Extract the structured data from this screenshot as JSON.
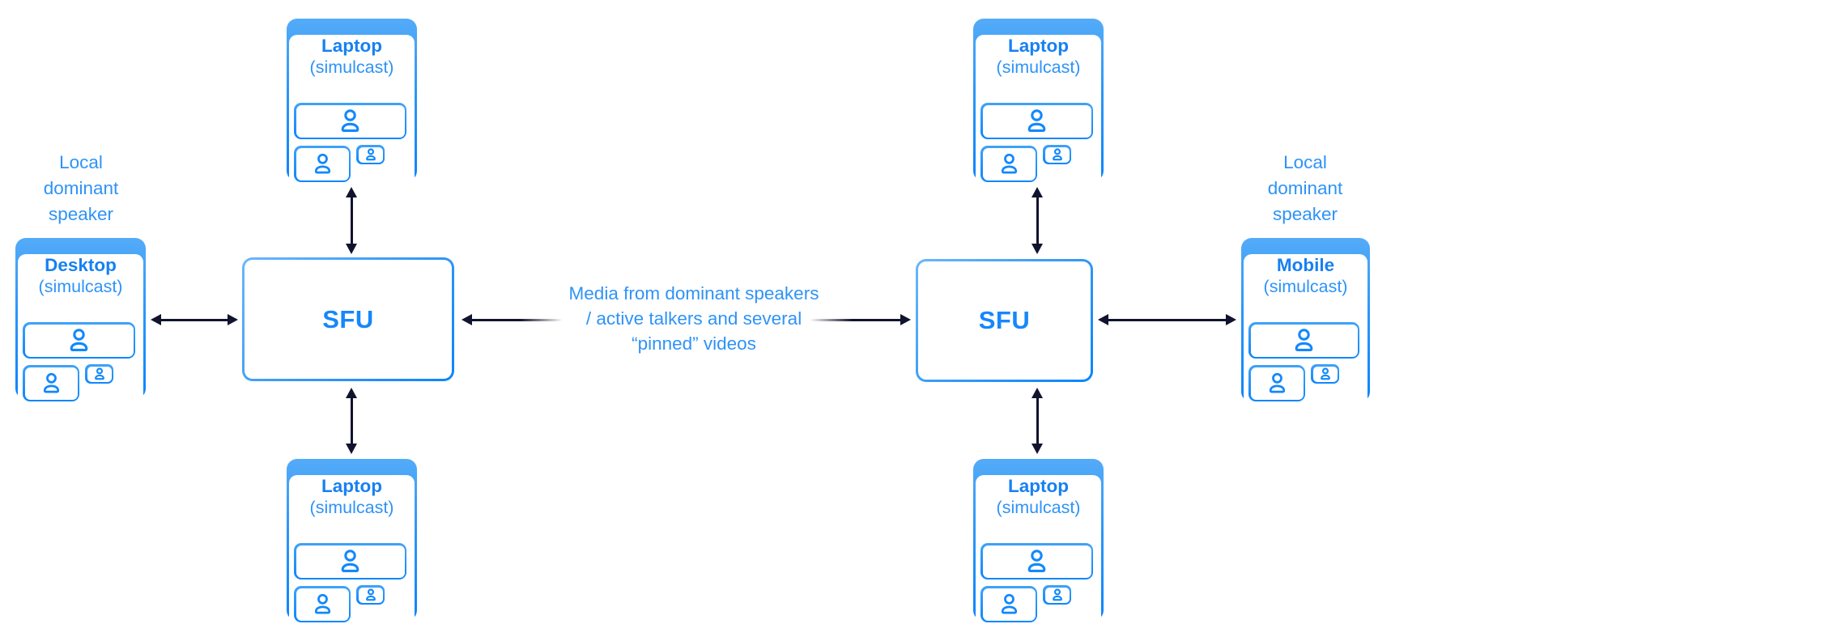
{
  "labels": {
    "local_dominant_speaker_left": [
      "Local",
      "dominant",
      "speaker"
    ],
    "local_dominant_speaker_right": [
      "Local",
      "dominant",
      "speaker"
    ],
    "media_note": [
      "Media from dominant speakers",
      "/ active talkers and several",
      "“pinned” videos"
    ]
  },
  "nodes": {
    "laptop_top_left": {
      "title": "Laptop",
      "subtitle": "(simulcast)"
    },
    "laptop_bottom_left": {
      "title": "Laptop",
      "subtitle": "(simulcast)"
    },
    "laptop_top_right": {
      "title": "Laptop",
      "subtitle": "(simulcast)"
    },
    "laptop_bottom_right": {
      "title": "Laptop",
      "subtitle": "(simulcast)"
    },
    "desktop": {
      "title": "Desktop",
      "subtitle": "(simulcast)"
    },
    "mobile": {
      "title": "Mobile",
      "subtitle": "(simulcast)"
    },
    "sfu_left": {
      "label": "SFU"
    },
    "sfu_right": {
      "label": "SFU"
    }
  },
  "colors": {
    "accent_blue": "#1288FC",
    "accent_blue_light": "#54ABF8",
    "text_blue_bold": "#1780F2",
    "text_blue": "#2E93F7",
    "arrow_ink": "#10142E",
    "background": "#FFFFFF"
  }
}
